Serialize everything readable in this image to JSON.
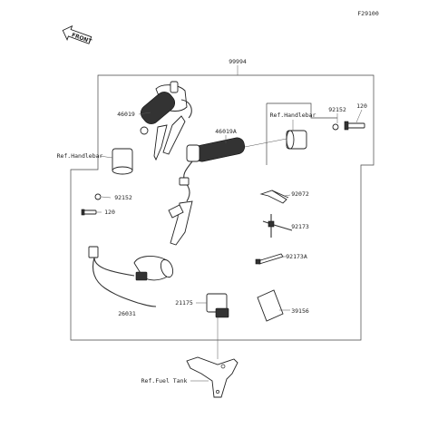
{
  "figure_code": "F29100",
  "front_label": "FRONT",
  "parts": {
    "kit": "99994",
    "grip_left": "46019",
    "grip_right": "46019A",
    "bolt_right": "120",
    "washer_right": "92152",
    "ref_handlebar_right": "Ref.Handlebar",
    "ref_handlebar_left": "Ref.Handlebar",
    "washer_left": "92152",
    "bolt_left": "120",
    "clamp": "92072",
    "band": "92173",
    "band_a": "92173A",
    "harness": "26031",
    "relay": "21175",
    "pad": "39156",
    "ref_fuel_tank": "Ref.Fuel Tank"
  }
}
